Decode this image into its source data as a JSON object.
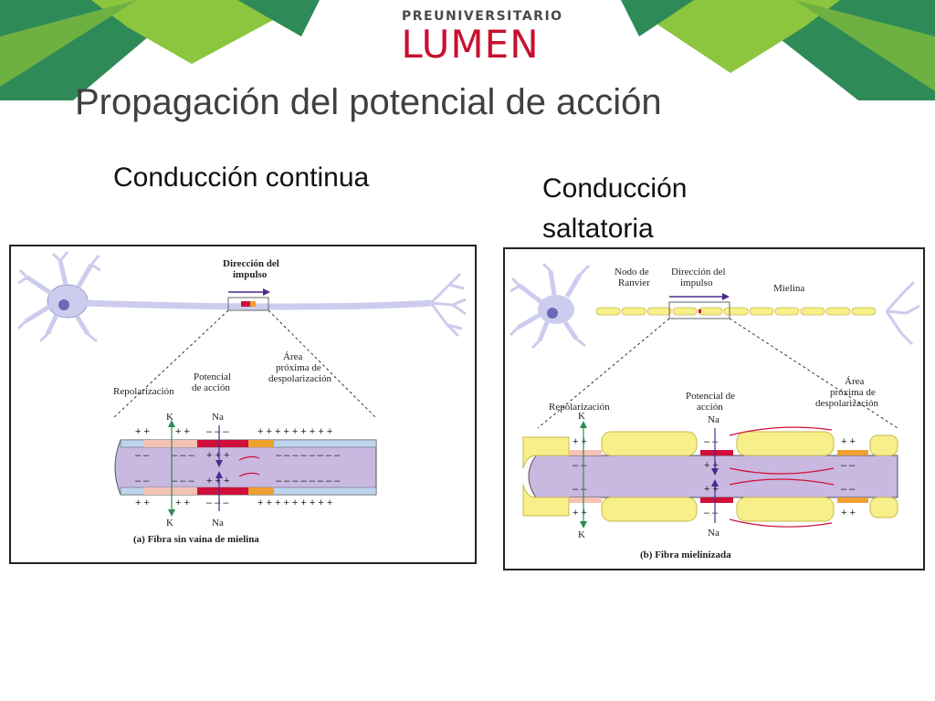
{
  "logo": {
    "top_text": "PREUNIVERSITARIO",
    "main_text": "LUMEN"
  },
  "slide": {
    "title": "Propagación del potencial de acción"
  },
  "left": {
    "heading": "Conducción continua",
    "figure": {
      "direction_label_1": "Dirección del",
      "direction_label_2": "impulso",
      "repolarization": "Repolarización",
      "potential_1": "Potencial",
      "potential_2": "de acción",
      "area_1": "Área",
      "area_2": "próxima de",
      "area_3": "despolarización",
      "k_top": "K",
      "na_top": "Na",
      "k_bottom": "K",
      "na_bottom": "Na",
      "caption": "(a) Fibra sin vaina de mielina"
    }
  },
  "right": {
    "heading": "Conducción saltatoria",
    "figure": {
      "node_label_1": "Nodo de",
      "node_label_2": "Ranvier",
      "direction_label_1": "Dirección del",
      "direction_label_2": "impulso",
      "myelin": "Mielina",
      "repolarization": "Repolarización",
      "potential_1": "Potencial de",
      "potential_2": "acción",
      "area_1": "Área",
      "area_2": "próxima de",
      "area_3": "despolarización",
      "k_top": "K",
      "na_top": "Na",
      "k_bottom": "K",
      "na_bottom": "Na",
      "caption": "(b) Fibra mielinizada"
    }
  },
  "colors": {
    "banner_dark": "#2e8b57",
    "banner_light": "#8cc63f",
    "neuron": "#ccccee",
    "axon_inner": "#c9b8e0",
    "depolarized": "#d0103a",
    "repolarized": "#f4c2b2",
    "near_area": "#f0a030",
    "myelin": "#f7f08a",
    "arrow": "#4b2c8c"
  }
}
